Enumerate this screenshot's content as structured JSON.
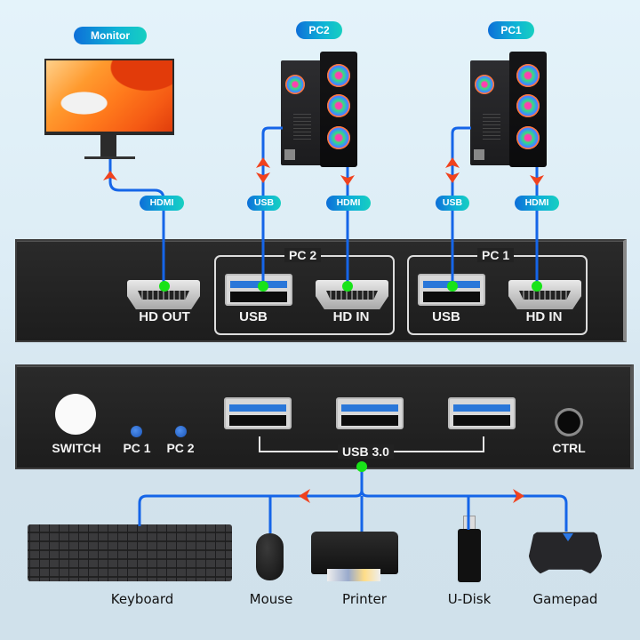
{
  "diagram": {
    "title": "KVM Switch Connection Diagram",
    "accent_color": "#1565e8",
    "arrow_color": "#f0421e",
    "connection_dot_color": "#18e318"
  },
  "top_devices": {
    "monitor": {
      "label": "Monitor",
      "cable": "HDMI"
    },
    "pc2": {
      "label": "PC2",
      "usb_cable": "USB",
      "hdmi_cable": "HDMI"
    },
    "pc1": {
      "label": "PC1",
      "usb_cable": "USB",
      "hdmi_cable": "HDMI"
    }
  },
  "back_panel": {
    "hd_out": "HD OUT",
    "groups": [
      {
        "title": "PC 2",
        "ports": [
          "USB",
          "HD IN"
        ]
      },
      {
        "title": "PC 1",
        "ports": [
          "USB",
          "HD IN"
        ]
      }
    ]
  },
  "front_panel": {
    "switch_label": "SWITCH",
    "leds": [
      "PC 1",
      "PC 2"
    ],
    "usb_group_label": "USB 3.0",
    "usb_port_count": 3,
    "ctrl_label": "CTRL"
  },
  "peripherals": [
    {
      "label": "Keyboard",
      "icon": "keyboard-icon"
    },
    {
      "label": "Mouse",
      "icon": "mouse-icon"
    },
    {
      "label": "Printer",
      "icon": "printer-icon"
    },
    {
      "label": "U-Disk",
      "icon": "usb-drive-icon"
    },
    {
      "label": "Gamepad",
      "icon": "gamepad-icon"
    }
  ]
}
